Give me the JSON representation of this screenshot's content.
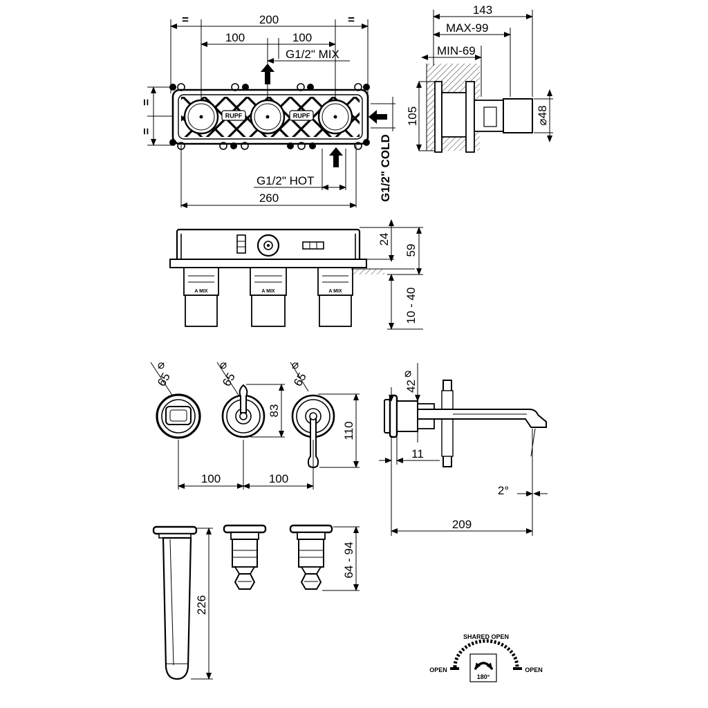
{
  "top_view": {
    "dim_overall_width": "200",
    "dim_equal_left": "=",
    "dim_equal_right": "=",
    "dim_spacing_left": "100",
    "dim_spacing_right": "100",
    "label_mix": "G1/2\" MIX",
    "label_hot": "G1/2\" HOT",
    "label_cold": "G1/2\" COLD",
    "dim_total_length": "260",
    "dim_equal_vertical_top": "=",
    "dim_equal_vertical_bottom": "=",
    "logo_text": "RUPF"
  },
  "side_view": {
    "dim_depth_total": "143",
    "dim_max": "MAX-99",
    "dim_min": "MIN-69",
    "dim_height": "105",
    "dim_diameter": "⌀48"
  },
  "front_view": {
    "dim_top": "24",
    "dim_height": "59",
    "dim_range": "10 - 40",
    "cartridge_label": "A MIX"
  },
  "finish_view": {
    "dim_diam_1": "65",
    "dim_diam_2": "65",
    "dim_diam_3": "65",
    "diam_symbol": "⌀",
    "dim_handle_height": "83",
    "dim_lever_height": "110",
    "dim_spacing_left": "100",
    "dim_spacing_right": "100"
  },
  "spout_view": {
    "dim_diameter": "42",
    "diam_symbol": "⌀",
    "dim_flange": "11",
    "dim_angle": "2°",
    "dim_projection": "209"
  },
  "parts_view": {
    "dim_spout_length": "226",
    "dim_extension_range": "64 - 94"
  },
  "rotation_diagram": {
    "label_shared_open": "SHARED OPEN",
    "label_open_left": "OPEN",
    "label_open_right": "OPEN",
    "label_angle": "180°"
  }
}
